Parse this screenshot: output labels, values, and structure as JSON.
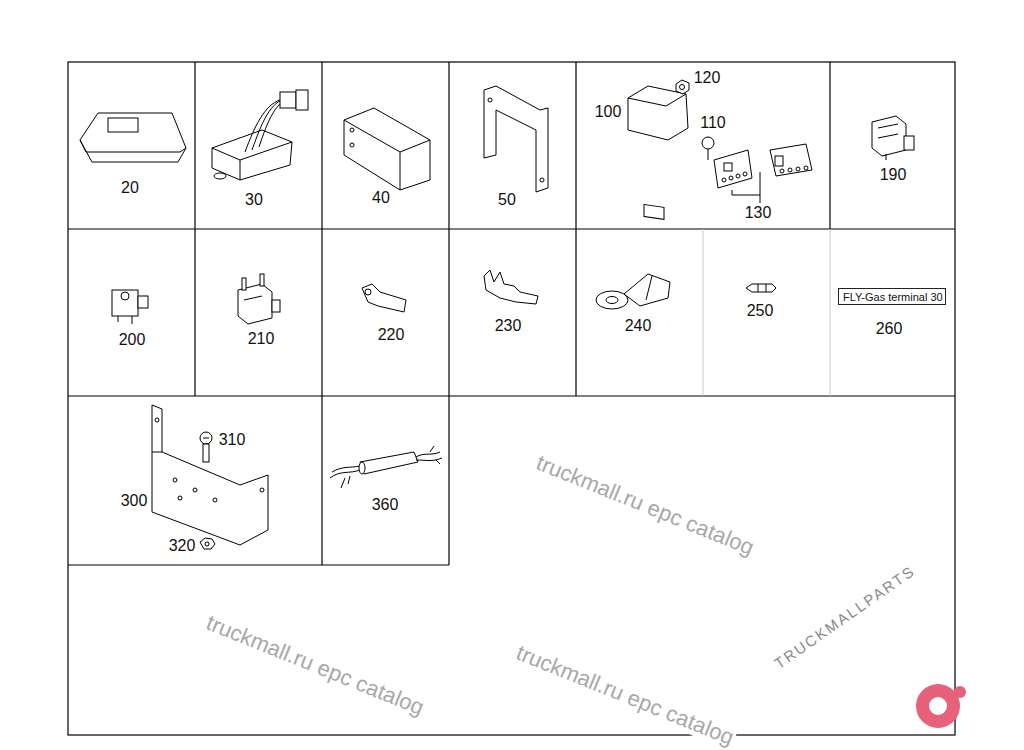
{
  "diagram": {
    "nodes": [
      {
        "text": [
          "FLY-Gas terminal 30"
        ]
      }
    ],
    "labels": [
      "20",
      "30",
      "40",
      "50",
      "120",
      "100",
      "110",
      "130",
      "190",
      "200",
      "210",
      "220",
      "230",
      "240",
      "250",
      "260",
      "310",
      "300",
      "320",
      "360",
      "truckmall.ru epc catalog",
      "truckmall.ru epc catalog",
      "truckmall.ru epc catalog",
      "TRUCKMALLPARTS"
    ]
  }
}
